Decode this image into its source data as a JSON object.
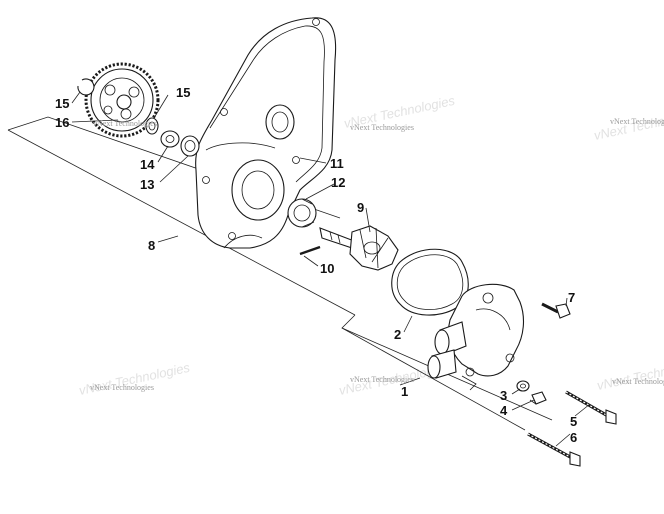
{
  "watermark": {
    "text": "vNext Technologies",
    "ghost_text": "vNext Technologies"
  },
  "callouts": [
    {
      "id": "c15a",
      "label": "15"
    },
    {
      "id": "c16",
      "label": "16"
    },
    {
      "id": "c15b",
      "label": "15"
    },
    {
      "id": "c14",
      "label": "14"
    },
    {
      "id": "c13",
      "label": "13"
    },
    {
      "id": "c11",
      "label": "11"
    },
    {
      "id": "c12",
      "label": "12"
    },
    {
      "id": "c8",
      "label": "8"
    },
    {
      "id": "c9",
      "label": "9"
    },
    {
      "id": "c10",
      "label": "10"
    },
    {
      "id": "c7",
      "label": "7"
    },
    {
      "id": "c2",
      "label": "2"
    },
    {
      "id": "c1",
      "label": "1"
    },
    {
      "id": "c3",
      "label": "3"
    },
    {
      "id": "c4",
      "label": "4"
    },
    {
      "id": "c5",
      "label": "5"
    },
    {
      "id": "c6",
      "label": "6"
    }
  ]
}
